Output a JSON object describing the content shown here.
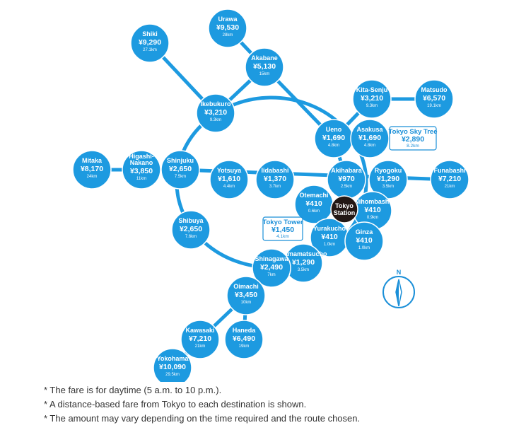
{
  "colors": {
    "line": "#1d9ae0",
    "station": "#1d9ae0",
    "hub": "#231815",
    "text_box": "#1a8fd8"
  },
  "stations": [
    {
      "id": "urawa",
      "name": [
        "Urawa"
      ],
      "fare": "¥9,530",
      "dist": "28km"
    },
    {
      "id": "shiki",
      "name": [
        "Shiki"
      ],
      "fare": "¥9,290",
      "dist": "27.1km"
    },
    {
      "id": "akabane",
      "name": [
        "Akabane"
      ],
      "fare": "¥5,130",
      "dist": "15km"
    },
    {
      "id": "ikebukuro",
      "name": [
        "Ikebukuro"
      ],
      "fare": "¥3,210",
      "dist": "9.3km"
    },
    {
      "id": "kitasenju",
      "name": [
        "Kita-Senju"
      ],
      "fare": "¥3,210",
      "dist": "9.3km"
    },
    {
      "id": "matsudo",
      "name": [
        "Matsudo"
      ],
      "fare": "¥6,570",
      "dist": "19.1km"
    },
    {
      "id": "ueno",
      "name": [
        "Ueno"
      ],
      "fare": "¥1,690",
      "dist": "4.8km"
    },
    {
      "id": "asakusa",
      "name": [
        "Asakusa"
      ],
      "fare": "¥1,690",
      "dist": "4.8km"
    },
    {
      "id": "mitaka",
      "name": [
        "Mitaka"
      ],
      "fare": "¥8,170",
      "dist": "24km"
    },
    {
      "id": "higashinakano",
      "name": [
        "Higashi-",
        "Nakano"
      ],
      "fare": "¥3,850",
      "dist": "11km"
    },
    {
      "id": "shinjuku",
      "name": [
        "Shinjuku"
      ],
      "fare": "¥2,650",
      "dist": "7.5km"
    },
    {
      "id": "yotsuya",
      "name": [
        "Yotsuya"
      ],
      "fare": "¥1,610",
      "dist": "4.4km"
    },
    {
      "id": "iidabashi",
      "name": [
        "Iidabashi"
      ],
      "fare": "¥1,370",
      "dist": "3.7km"
    },
    {
      "id": "akihabara",
      "name": [
        "Akihabara"
      ],
      "fare": "¥970",
      "dist": "2.5km"
    },
    {
      "id": "ryogoku",
      "name": [
        "Ryogoku"
      ],
      "fare": "¥1,290",
      "dist": "3.5km"
    },
    {
      "id": "funabashi",
      "name": [
        "Funabashi"
      ],
      "fare": "¥7,210",
      "dist": "21km"
    },
    {
      "id": "otemachi",
      "name": [
        "Otemachi"
      ],
      "fare": "¥410",
      "dist": "0.6km"
    },
    {
      "id": "nihombashi",
      "name": [
        "Nihombashi"
      ],
      "fare": "¥410",
      "dist": "0.9km"
    },
    {
      "id": "shibuya",
      "name": [
        "Shibuya"
      ],
      "fare": "¥2,650",
      "dist": "7.6km"
    },
    {
      "id": "yurakucho",
      "name": [
        "Yurakucho"
      ],
      "fare": "¥410",
      "dist": "1.0km"
    },
    {
      "id": "ginza",
      "name": [
        "Ginza"
      ],
      "fare": "¥410",
      "dist": "1.0km"
    },
    {
      "id": "hamamatsucho",
      "name": [
        "Hamamatsucho"
      ],
      "fare": "¥1,290",
      "dist": "3.5km"
    },
    {
      "id": "shinagawa",
      "name": [
        "Shinagawa"
      ],
      "fare": "¥2,490",
      "dist": "7km"
    },
    {
      "id": "oimachi",
      "name": [
        "Oimachi"
      ],
      "fare": "¥3,450",
      "dist": "10km"
    },
    {
      "id": "kawasaki",
      "name": [
        "Kawasaki"
      ],
      "fare": "¥7,210",
      "dist": "21km"
    },
    {
      "id": "haneda",
      "name": [
        "Haneda"
      ],
      "fare": "¥6,490",
      "dist": "19km"
    },
    {
      "id": "yokohama",
      "name": [
        "Yokohama"
      ],
      "fare": "¥10,090",
      "dist": "29.5km"
    }
  ],
  "hub": {
    "id": "tokyo",
    "name": [
      "Tokyo",
      "Station"
    ]
  },
  "boxes": [
    {
      "id": "skytree",
      "name": "Tokyo Sky Tree",
      "fare": "¥2,890",
      "dist": "8.2km"
    },
    {
      "id": "tower",
      "name": "Tokyo Tower",
      "fare": "¥1,450",
      "dist": "4.1km"
    }
  ],
  "compass": {
    "label": "N"
  },
  "notes": [
    "* The fare is for daytime (5 a.m. to 10 p.m.).",
    "* A distance-based fare from Tokyo to each destination is shown.",
    "* The amount may vary depending on the time required and the route chosen."
  ]
}
